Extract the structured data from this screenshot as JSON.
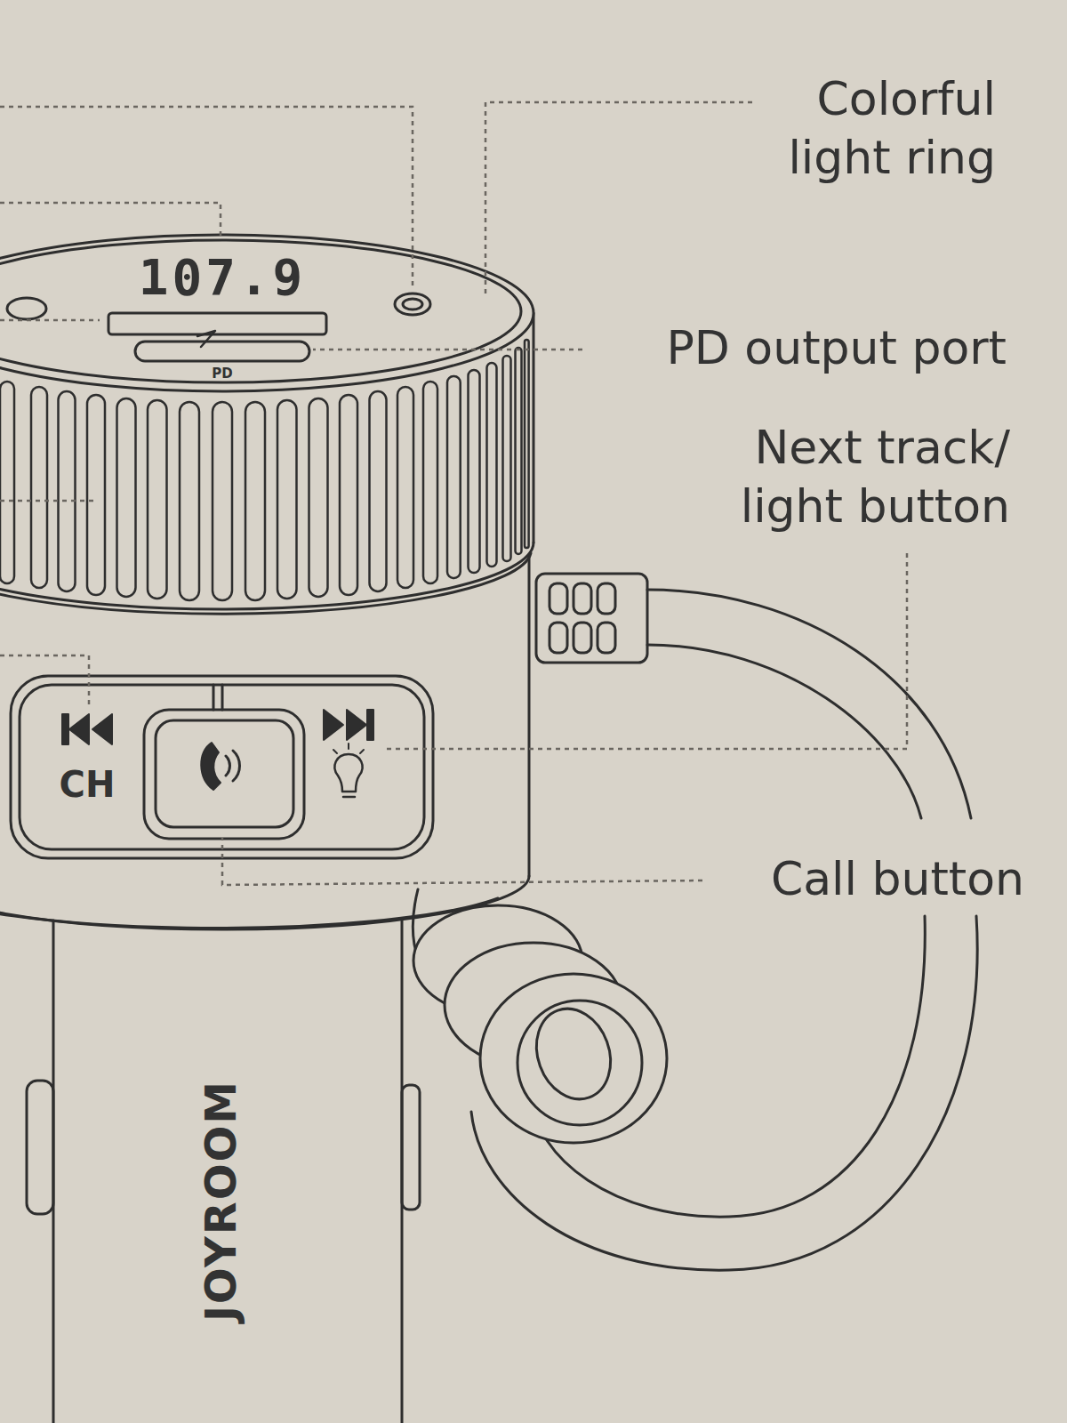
{
  "diagram": {
    "labels": [
      "Colorful light ring",
      "PD output port",
      "Next track/ light button",
      "Call button",
      "107.9",
      "PD",
      "CH",
      "JOYROOM"
    ]
  }
}
